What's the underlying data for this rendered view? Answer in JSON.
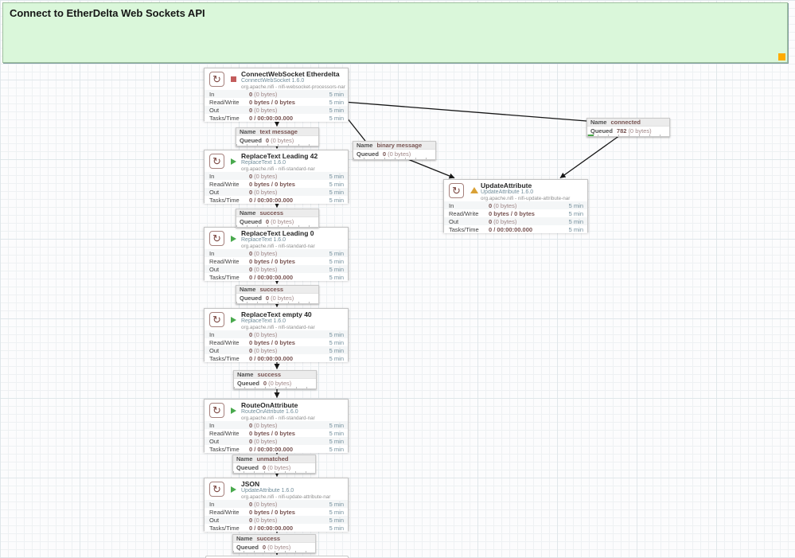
{
  "canvas_label": {
    "title": "Connect to EtherDelta Web Sockets API"
  },
  "shared": {
    "stat_labels": {
      "in": "In",
      "read_write": "Read/Write",
      "out": "Out",
      "tasks_time": "Tasks/Time"
    },
    "window": "5 min",
    "name_key": "Name",
    "queued_key": "Queued",
    "processor_icon": "refresh-circular-arrow"
  },
  "processors": [
    {
      "name": "ConnectWebSocket Etherdelta",
      "type": "ConnectWebSocket 1.6.0",
      "bundle": "org.apache.nifi - nifi-websocket-processors-nar",
      "state": "stopped",
      "stats": {
        "in_num": "0",
        "in_rest": "(0 bytes)",
        "rw": "0 bytes / 0 bytes",
        "out_num": "0",
        "out_rest": "(0 bytes)",
        "tasks": "0 / 00:00:00.000"
      }
    },
    {
      "name": "ReplaceText Leading 42",
      "type": "ReplaceText 1.6.0",
      "bundle": "org.apache.nifi - nifi-standard-nar",
      "state": "running",
      "stats": {
        "in_num": "0",
        "in_rest": "(0 bytes)",
        "rw": "0 bytes / 0 bytes",
        "out_num": "0",
        "out_rest": "(0 bytes)",
        "tasks": "0 / 00:00:00.000"
      }
    },
    {
      "name": "ReplaceText Leading 0",
      "type": "ReplaceText 1.6.0",
      "bundle": "org.apache.nifi - nifi-standard-nar",
      "state": "running",
      "stats": {
        "in_num": "0",
        "in_rest": "(0 bytes)",
        "rw": "0 bytes / 0 bytes",
        "out_num": "0",
        "out_rest": "(0 bytes)",
        "tasks": "0 / 00:00:00.000"
      }
    },
    {
      "name": "ReplaceText empty 40",
      "type": "ReplaceText 1.6.0",
      "bundle": "org.apache.nifi - nifi-standard-nar",
      "state": "running",
      "stats": {
        "in_num": "0",
        "in_rest": "(0 bytes)",
        "rw": "0 bytes / 0 bytes",
        "out_num": "0",
        "out_rest": "(0 bytes)",
        "tasks": "0 / 00:00:00.000"
      }
    },
    {
      "name": "RouteOnAttribute",
      "type": "RouteOnAttribute 1.6.0",
      "bundle": "org.apache.nifi - nifi-standard-nar",
      "state": "running",
      "stats": {
        "in_num": "0",
        "in_rest": "(0 bytes)",
        "rw": "0 bytes / 0 bytes",
        "out_num": "0",
        "out_rest": "(0 bytes)",
        "tasks": "0 / 00:00:00.000"
      }
    },
    {
      "name": "JSON",
      "type": "UpdateAttribute 1.6.0",
      "bundle": "org.apache.nifi - nifi-update-attribute-nar",
      "state": "running",
      "stats": {
        "in_num": "0",
        "in_rest": "(0 bytes)",
        "rw": "0 bytes / 0 bytes",
        "out_num": "0",
        "out_rest": "(0 bytes)",
        "tasks": "0 / 00:00:00.000"
      }
    },
    {
      "name": "UpdateAttribute",
      "type": "UpdateAttribute 1.6.0",
      "bundle": "org.apache.nifi - nifi-update-attribute-nar",
      "state": "warning",
      "stats": {
        "in_num": "0",
        "in_rest": "(0 bytes)",
        "rw": "0 bytes / 0 bytes",
        "out_num": "0",
        "out_rest": "(0 bytes)",
        "tasks": "0 / 00:00:00.000"
      }
    }
  ],
  "connections": [
    {
      "name": "text message",
      "queued_num": "0",
      "queued_rest": "(0 bytes)"
    },
    {
      "name": "success",
      "queued_num": "0",
      "queued_rest": "(0 bytes)"
    },
    {
      "name": "success",
      "queued_num": "0",
      "queued_rest": "(0 bytes)"
    },
    {
      "name": "success",
      "queued_num": "0",
      "queued_rest": "(0 bytes)"
    },
    {
      "name": "unmatched",
      "queued_num": "0",
      "queued_rest": "(0 bytes)"
    },
    {
      "name": "success",
      "queued_num": "0",
      "queued_rest": "(0 bytes)"
    },
    {
      "name": "binary message",
      "queued_num": "0",
      "queued_rest": "(0 bytes)"
    },
    {
      "name": "connected",
      "queued_num": "782",
      "queued_rest": "(0 bytes)"
    }
  ],
  "colors": {
    "label_background": "#daf7da",
    "label_resize_handle": "#ffab00",
    "running_green": "#49a94d",
    "stopped_red": "#c35c5c",
    "warning_amber": "#d9a136",
    "stat_value_maroon": "#775351",
    "type_text_blue": "#728e9b",
    "queue_indicator_green": "#46a546",
    "arrow_black": "#161616"
  }
}
